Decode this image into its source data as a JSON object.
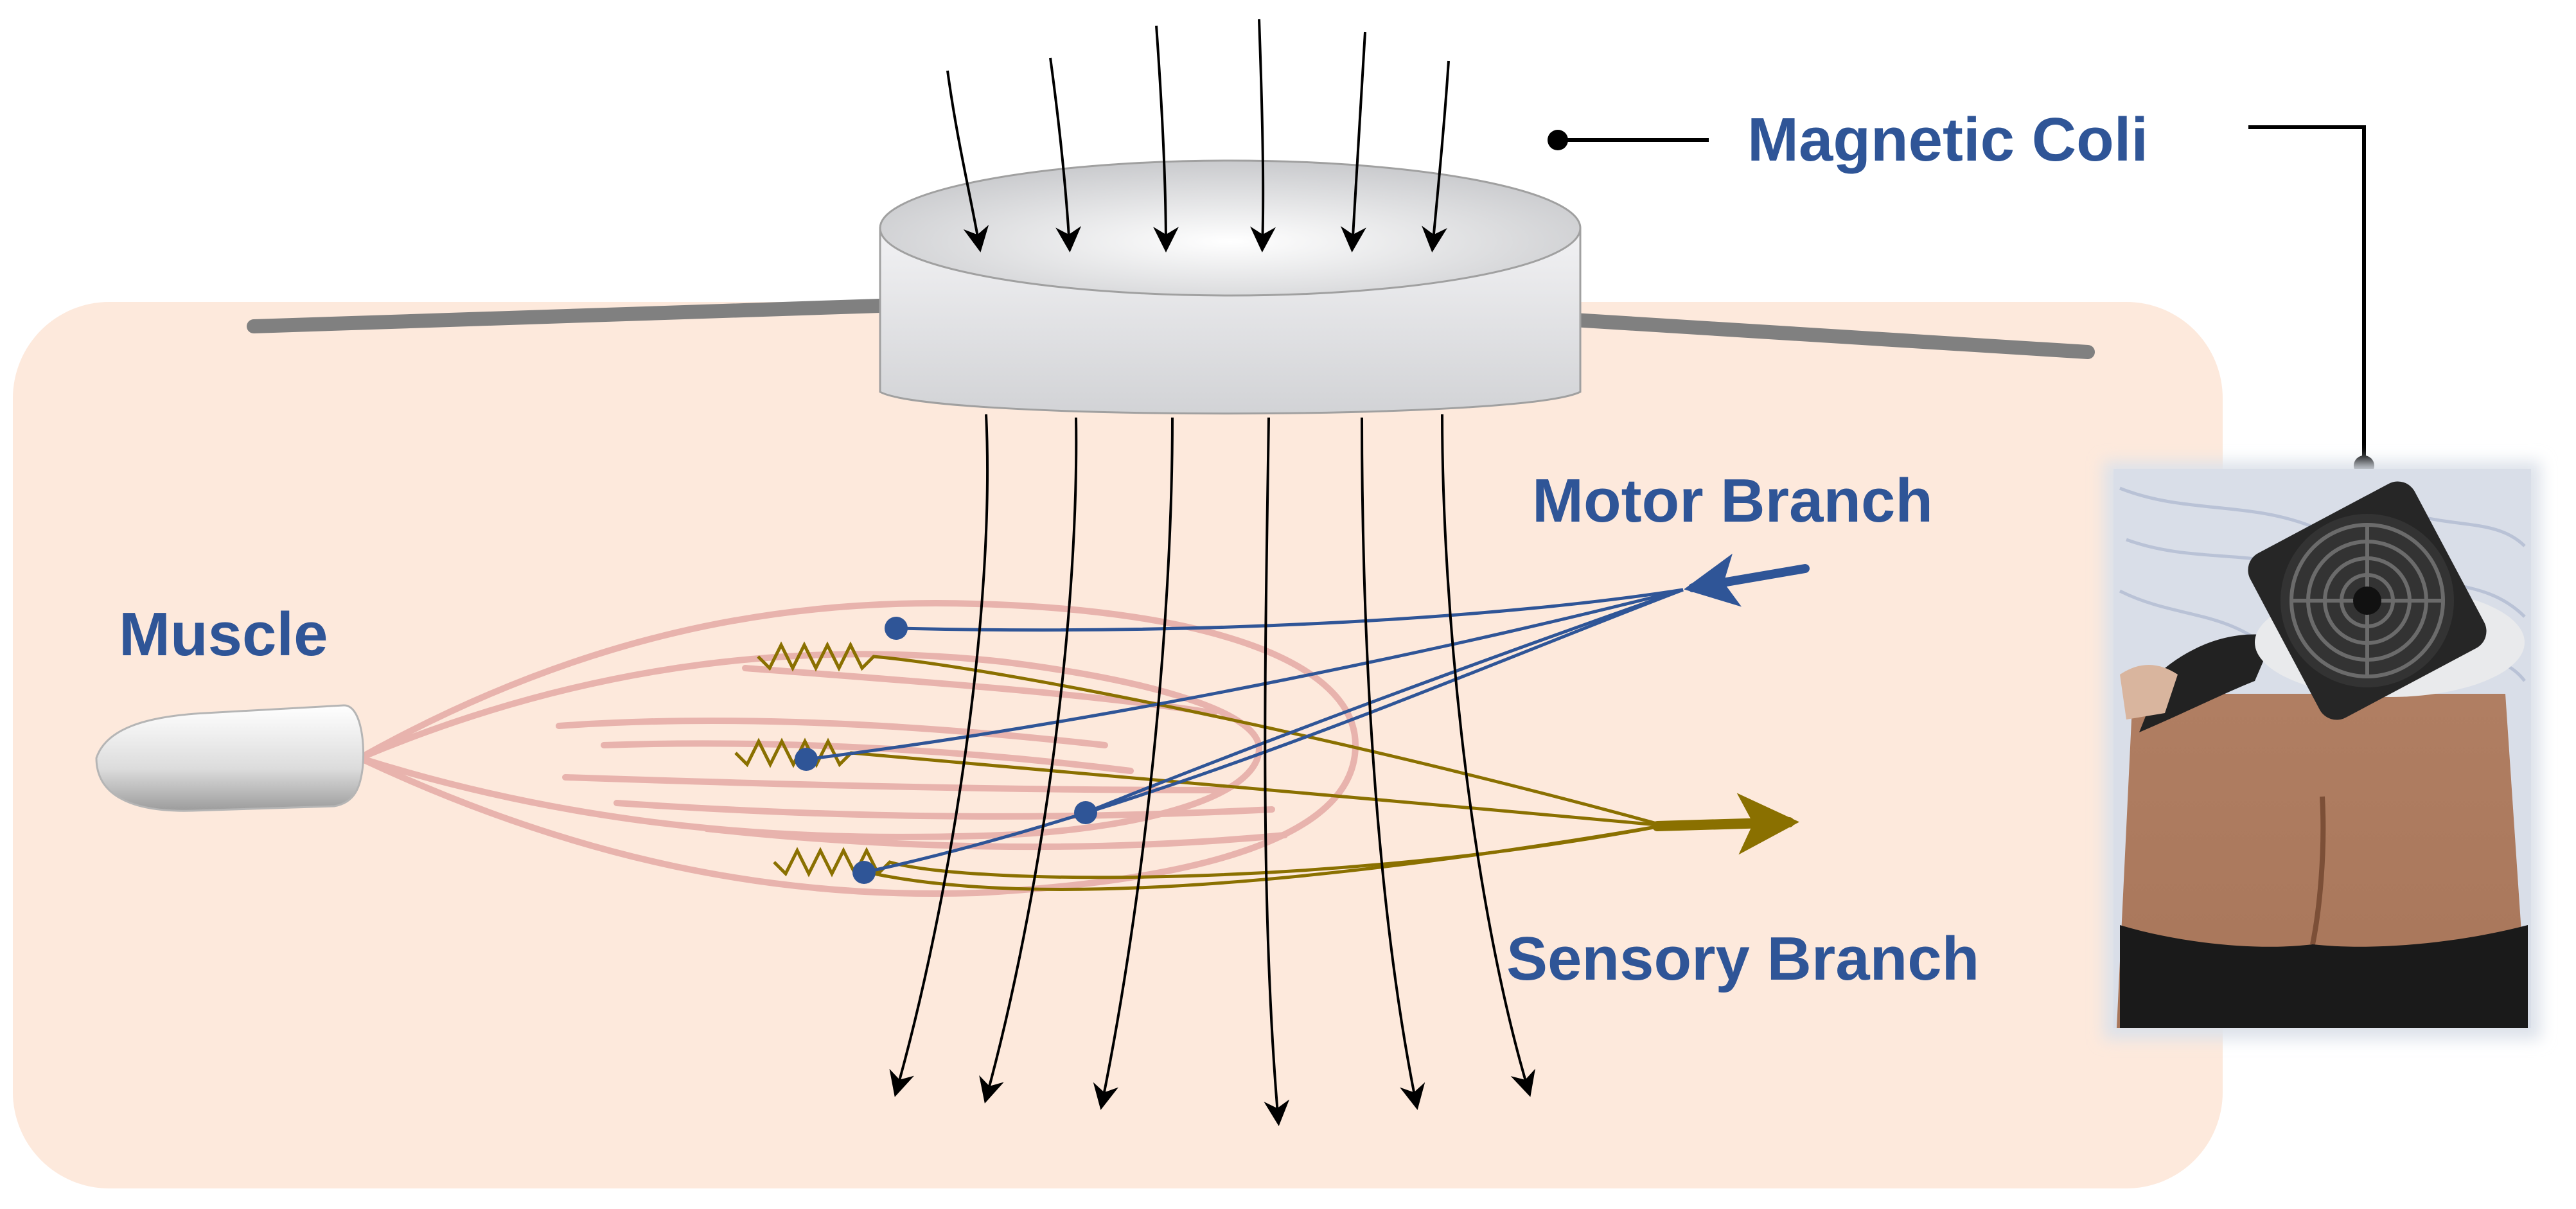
{
  "labels": {
    "magnetic_coil": "Magnetic Coli",
    "motor_branch": "Motor Branch",
    "muscle": "Muscle",
    "sensory_branch": "Sensory Branch"
  },
  "colors": {
    "label": "#2f5597",
    "tissue": "#fde9dc",
    "muscle_fiber": "#e8b3ad",
    "motor_nerve": "#2f5597",
    "sensory_nerve": "#8a7000",
    "field_line": "#000000",
    "skin_line": "#808080",
    "coil_body": "#e6e6e8"
  },
  "icons": {
    "coil": "magnetic-coil-disc-icon",
    "tendon": "tendon-icon",
    "photo": "patient-back-with-coil-photo"
  }
}
